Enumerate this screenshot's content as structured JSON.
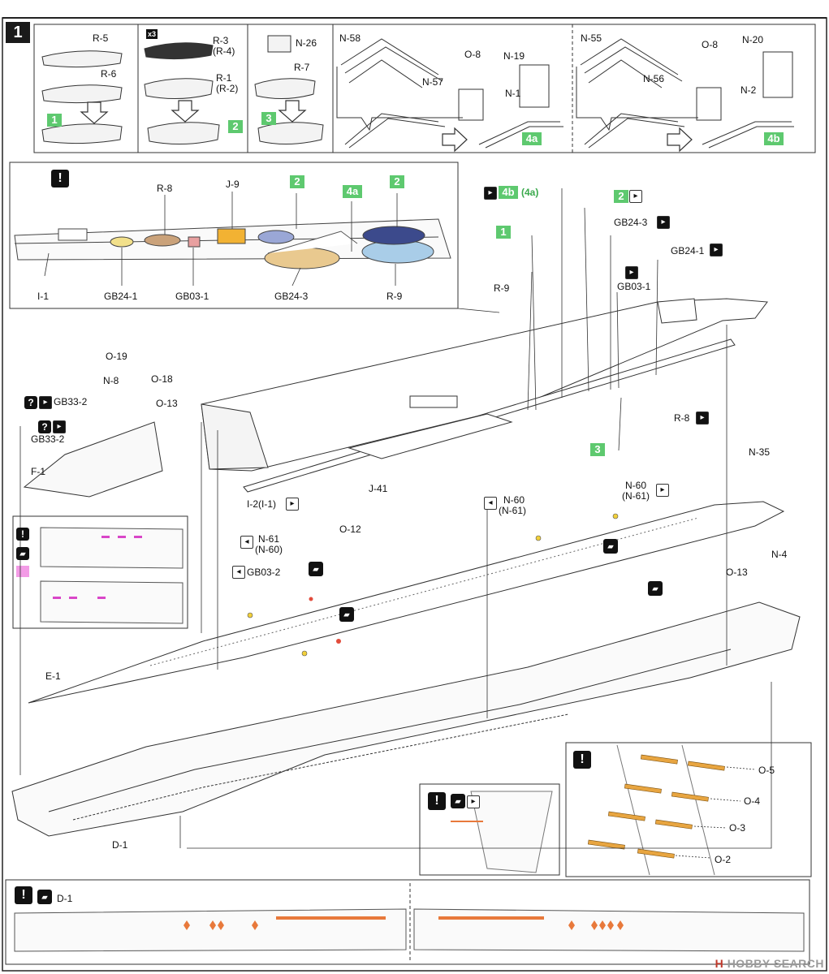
{
  "step": {
    "number": "1"
  },
  "subassembly": {
    "boat1": {
      "parts": [
        "R-5",
        "R-6"
      ],
      "result": "1"
    },
    "boat2": {
      "qty": "x3",
      "parts": [
        "R-3",
        "(R-4)",
        "R-1",
        "(R-2)"
      ],
      "result": "2"
    },
    "boat3": {
      "parts": [
        "N-26",
        "R-7"
      ],
      "result": "3"
    },
    "crane4a": {
      "parts": [
        "N-58",
        "N-57",
        "O-8",
        "N-19",
        "N-1"
      ],
      "result": "4a"
    },
    "crane4b": {
      "parts": [
        "N-55",
        "N-56",
        "O-8",
        "N-20",
        "N-2"
      ],
      "result": "4b"
    }
  },
  "detail_panel": {
    "labels": [
      "R-8",
      "J-9",
      "2",
      "4a",
      "2",
      "I-1",
      "GB24-1",
      "GB03-1",
      "GB24-3",
      "R-9"
    ]
  },
  "main": {
    "right_callouts": [
      "4b",
      "(4a)",
      "2",
      "GB24-3",
      "1",
      "GB24-1",
      "GB03-1",
      "R-9",
      "R-8",
      "3"
    ],
    "bow_parts": [
      "O-19",
      "N-8",
      "O-18",
      "GB33-2",
      "O-13",
      "GB33-2",
      "F-1"
    ],
    "hangar_parts": [
      "J-41",
      "I-2(I-1)"
    ],
    "deck_parts": [
      "N-60",
      "(N-61)",
      "N-60",
      "(N-61)",
      "N-35",
      "N-4",
      "O-13",
      "N-61",
      "(N-60)",
      "O-12",
      "GB03-2",
      "E-1"
    ],
    "hull": "D-1"
  },
  "rails_panel": {
    "parts": [
      "O-5",
      "O-4",
      "O-3",
      "O-2"
    ]
  },
  "bottom_strip": {
    "part": "D-1"
  },
  "watermark": {
    "prefix": "H",
    "text": "HOBBY SEARCH"
  },
  "colors": {
    "badge": "#5ec96f",
    "orange": "#e8793b",
    "yellow": "#f2b233",
    "magenta": "#d946c8"
  }
}
